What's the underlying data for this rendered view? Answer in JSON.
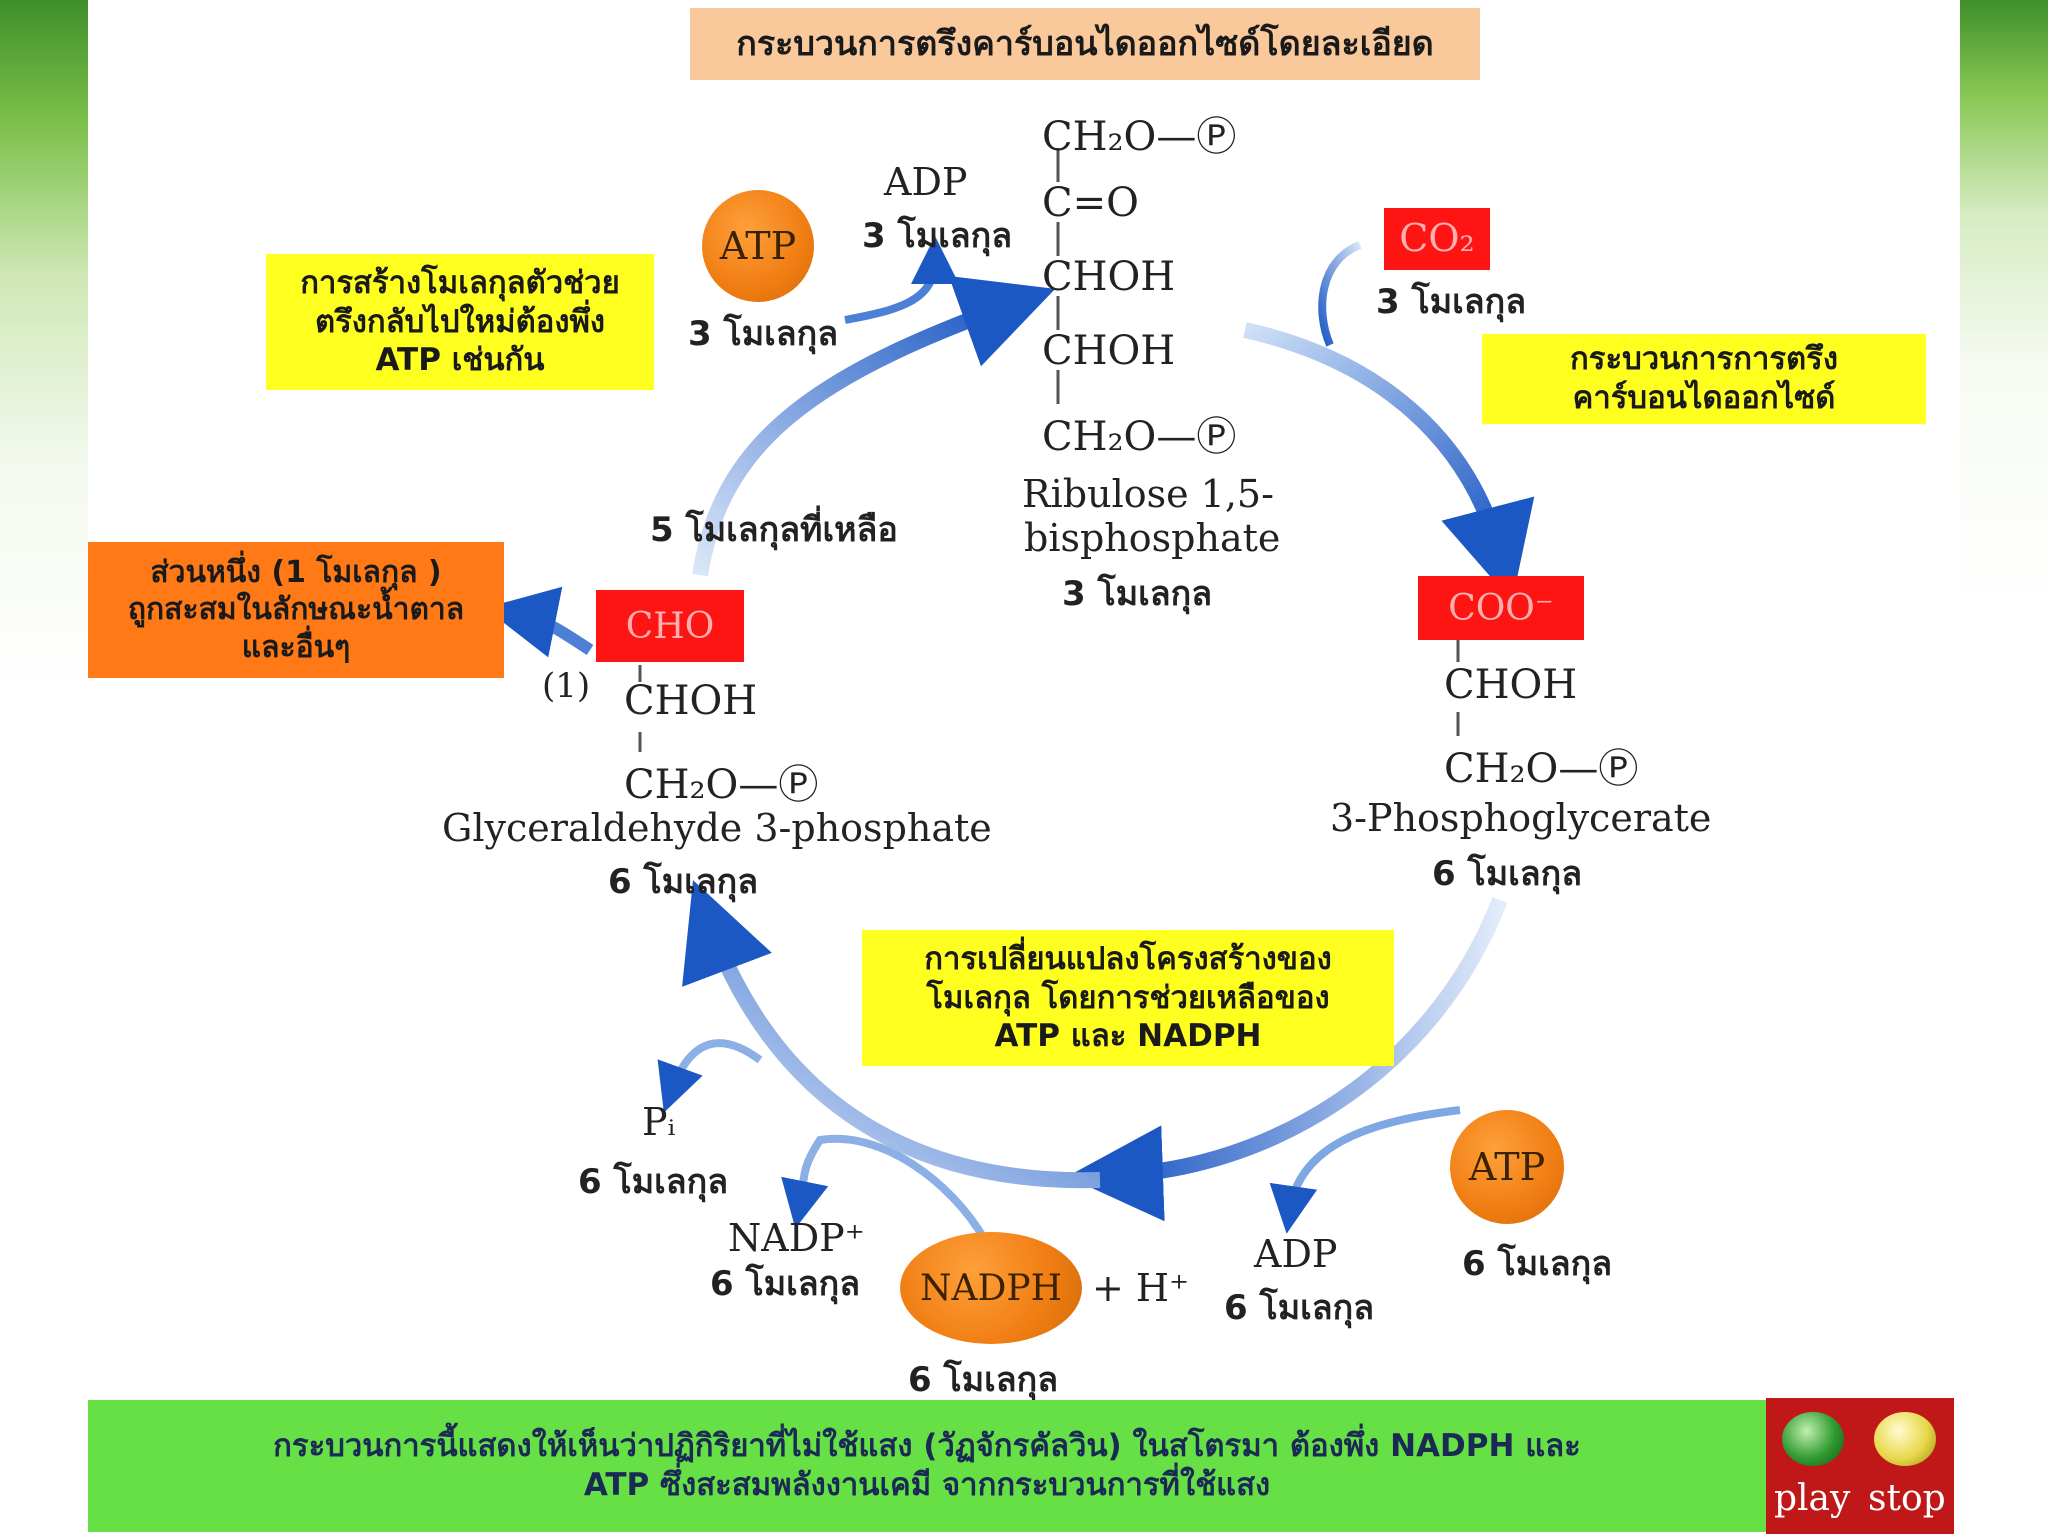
{
  "title": "กระบวนการตรึงคาร์บอนไดออกไซด์โดยละเอียด",
  "rubp": {
    "l1": "CH₂O—Ⓟ",
    "l2": "C=O",
    "l3": "CHOH",
    "l4": "CHOH",
    "l5": "CH₂O—Ⓟ",
    "name1": "Ribulose 1,5-",
    "name2": "bisphosphate",
    "count": "3 โมเลกุล"
  },
  "co2": {
    "label": "CO₂",
    "count": "3 โมเลกุล"
  },
  "fixation_note": {
    "l1": "กระบวนการการตรึง",
    "l2": "คาร์บอนไดออกไซด์"
  },
  "pga": {
    "coo": "COO⁻",
    "l2": "CHOH",
    "l3": "CH₂O—Ⓟ",
    "name": "3-Phosphoglycerate",
    "count": "6 โมเลกุล"
  },
  "conversion_note": {
    "l1": "การเปลี่ยนแปลงโครงสร้างของ",
    "l2": "โมเลกุล โดยการช่วยเหลือของ",
    "l3": "ATP และ NADPH"
  },
  "atp_bottom": {
    "label": "ATP",
    "count": "6 โมเลกุล"
  },
  "adp_bottom": {
    "label": "ADP",
    "count": "6 โมเลกุล"
  },
  "nadph": {
    "label": "NADPH",
    "h": "+ H⁺",
    "count": "6 โมเลกุล"
  },
  "nadp": {
    "label": "NADP⁺",
    "count": "6 โมเลกุล"
  },
  "pi": {
    "label": "Pᵢ",
    "count": "6 โมเลกุล"
  },
  "g3p": {
    "cho": "CHO",
    "one": "(1)",
    "l2": "CHOH",
    "l3": "CH₂O—Ⓟ",
    "name": "Glyceraldehyde 3-phosphate",
    "count": "6 โมเลกุล"
  },
  "output_note": {
    "l1": "ส่วนหนึ่ง (1 โมเลกุล )",
    "l2": "ถูกสะสมในลักษณะน้ำตาล",
    "l3": "และอื่นๆ"
  },
  "remaining": "5 โมเลกุลที่เหลือ",
  "regen_note": {
    "l1": "การสร้างโมเลกุลตัวช่วย",
    "l2": "ตรึงกลับไปใหม่ต้องพึ่ง",
    "l3": "ATP เช่นกัน"
  },
  "atp_top": {
    "label": "ATP",
    "count": "3 โมเลกุล"
  },
  "adp_top": {
    "label": "ADP",
    "count": "3 โมเลกุล"
  },
  "bottom_text": {
    "l1": "กระบวนการนี้แสดงให้เห็นว่าปฏิกิริยาที่ไม่ใช้แสง (วัฏจักรคัลวิน) ในสโตรมา ต้องพึ่ง NADPH และ",
    "l2": "ATP ซึ่งสะสมพลังงานเคมี จากกระบวนการที่ใช้แสง"
  },
  "controls": {
    "play": "play",
    "stop": "stop"
  },
  "colors": {
    "yellow": "#ffff1f",
    "orange": "#ff7a16",
    "red": "#ff1414",
    "green": "#66e045",
    "arrow": "#1f5fc8"
  }
}
